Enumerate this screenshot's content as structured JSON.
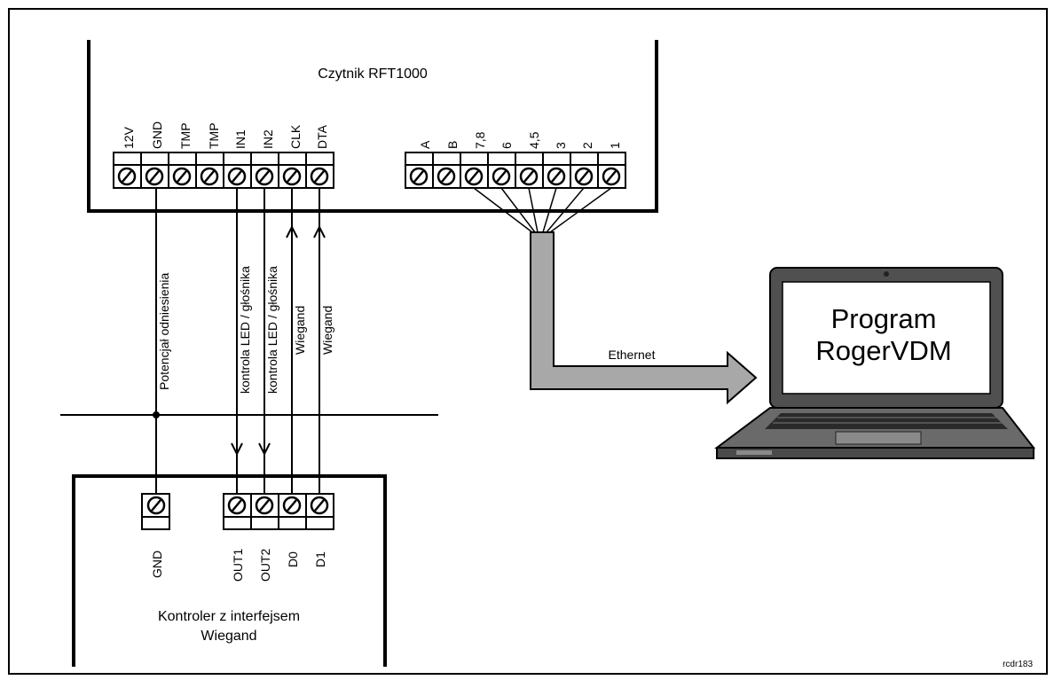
{
  "reader": {
    "title": "Czytnik RFT1000",
    "terminals_left": [
      "12V",
      "GND",
      "TMP",
      "TMP",
      "IN1",
      "IN2",
      "CLK",
      "DTA"
    ],
    "terminals_right": [
      "A",
      "B",
      "7,8",
      "6",
      "4,5",
      "3",
      "2",
      "1"
    ]
  },
  "controller": {
    "title_line1": "Kontroler z interfejsem",
    "title_line2": "Wiegand",
    "terminal_gnd": "GND",
    "terminals": [
      "OUT1",
      "OUT2",
      "D0",
      "D1"
    ]
  },
  "wires": {
    "gnd_label": "Potencjał odniesienia",
    "in1_label": "kontrola LED / głośnika",
    "in2_label": "kontrola LED / głośnika",
    "clk_label": "Wiegand",
    "dta_label": "Wiegand",
    "ethernet_label": "Ethernet"
  },
  "laptop": {
    "line1": "Program",
    "line2": "RogerVDM"
  },
  "ref": "rcdr183",
  "colors": {
    "cable_fill": "#a8a8a8",
    "laptop_body": "#505050",
    "laptop_screen": "#ffffff",
    "keyboard": "#2a2a2a"
  }
}
